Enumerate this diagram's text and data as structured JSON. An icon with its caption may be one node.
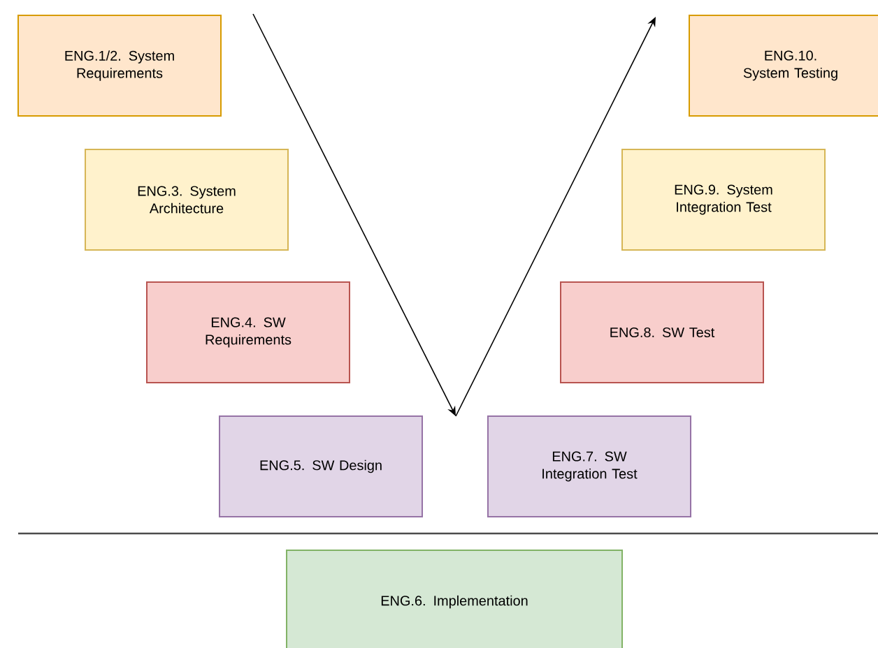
{
  "diagram": {
    "nodes": [
      {
        "text": [
          "ENG.1/2. System Requirements"
        ]
      },
      {
        "text": [
          "ENG.3. System Architecture"
        ]
      },
      {
        "text": [
          "ENG.4. SW Requirements"
        ]
      },
      {
        "text": [
          "ENG.5. SW Design"
        ]
      },
      {
        "text": [
          "ENG.6. Implementation"
        ]
      },
      {
        "text": [
          "ENG.7. SW Integration Test"
        ]
      },
      {
        "text": [
          "ENG.8. SW Test"
        ]
      },
      {
        "text": [
          "ENG.9. System Integration Test"
        ]
      },
      {
        "text": [
          "ENG.10. System Testing"
        ]
      }
    ]
  }
}
